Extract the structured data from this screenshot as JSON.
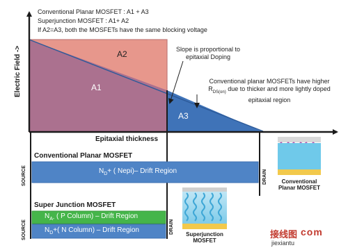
{
  "notes": {
    "line1": "Conventional Planar MOSFET : A1 + A3",
    "line2": "Superjunction MOSFET : A1+ A2",
    "line3": "If A2=A3, both the MOSFETs have the same blocking voltage"
  },
  "axes": {
    "y_label": "Electric Field ->",
    "x_label": "Epitaxial thickness"
  },
  "areas": {
    "a1": "A1",
    "a2": "A2",
    "a3": "A3"
  },
  "annotations": {
    "slope_line1": "Slope is proportional to",
    "slope_line2": "epitaxial Doping",
    "rds_line1": "Conventional planar MOSFETs have higher",
    "rds_prefix": "R",
    "rds_sub": "DS(on)",
    "rds_suffix": " due to thicker and more lightly doped",
    "rds_line3": "epitaxial region"
  },
  "conventional": {
    "title": "Conventional Planar MOSFET",
    "source": "SOURCE",
    "drain": "DRAIN",
    "region_n": "N",
    "region_sub": "D",
    "region_rest": "+ ( Nepi)– Drift Region",
    "caption_line1": "Conventional",
    "caption_line2": "Planar MOSFET"
  },
  "superjunction": {
    "title": "Super Junction MOSFET",
    "source": "SOURCE",
    "drain": "DRAIN",
    "p_n": "N",
    "p_sub": "A-",
    "p_rest": " ( P Column) – Drift Region",
    "n_n": "N",
    "n_sub": "D",
    "n_rest": "+( N Column) – Drift Region",
    "caption_line1": "Superjunction",
    "caption_line2": "MOSFET"
  },
  "watermark": {
    "cn": "接线图",
    "com": "com",
    "url": "jiexiantu"
  },
  "colors": {
    "a1": "#a66e8f",
    "a2": "#e7978c",
    "a3": "#3f73b8",
    "drift_blue": "#4f84c6",
    "p_column": "#45b54a",
    "axis": "#1b1b1b"
  }
}
